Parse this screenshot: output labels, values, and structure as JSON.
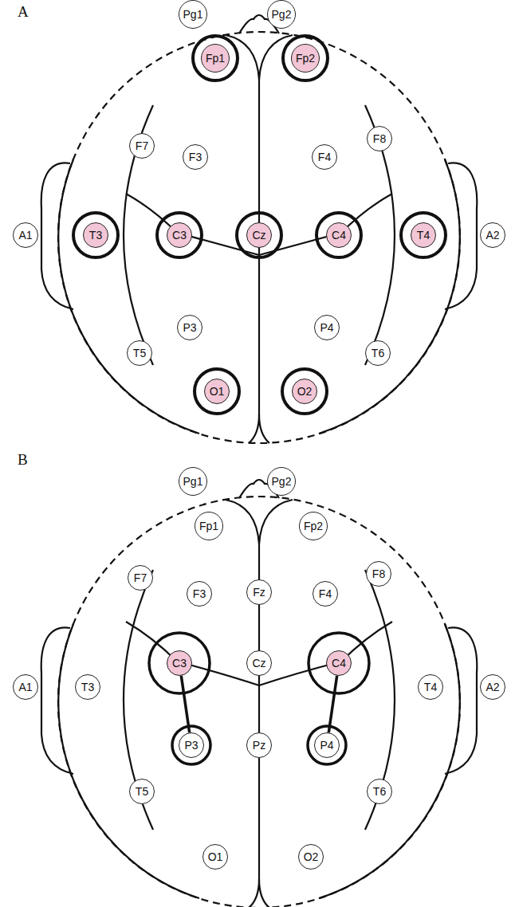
{
  "diagram": {
    "nodes": [
      {
        "text": [
          "Pg1"
        ]
      },
      {
        "text": [
          "Pg2"
        ]
      },
      {
        "text": [
          "Fp1"
        ]
      },
      {
        "text": [
          "Fp2"
        ]
      },
      {
        "text": [
          "F7"
        ]
      },
      {
        "text": [
          "F3"
        ]
      },
      {
        "text": [
          "F4"
        ]
      },
      {
        "text": [
          "F8"
        ]
      },
      {
        "text": [
          "A1"
        ]
      },
      {
        "text": [
          "T3"
        ]
      },
      {
        "text": [
          "C3"
        ]
      },
      {
        "text": [
          "Cz"
        ]
      },
      {
        "text": [
          "C4"
        ]
      },
      {
        "text": [
          "T4"
        ]
      },
      {
        "text": [
          "A2"
        ]
      },
      {
        "text": [
          "P3"
        ]
      },
      {
        "text": [
          "P4"
        ]
      },
      {
        "text": [
          "T5"
        ]
      },
      {
        "text": [
          "T6"
        ]
      },
      {
        "text": [
          "O1"
        ]
      },
      {
        "text": [
          "O2"
        ]
      },
      {
        "text": [
          "Pg1"
        ]
      },
      {
        "text": [
          "Pg2"
        ]
      },
      {
        "text": [
          "Fp1"
        ]
      },
      {
        "text": [
          "Fp2"
        ]
      },
      {
        "text": [
          "F7"
        ]
      },
      {
        "text": [
          "F3"
        ]
      },
      {
        "text": [
          "Fz"
        ]
      },
      {
        "text": [
          "F4"
        ]
      },
      {
        "text": [
          "F8"
        ]
      },
      {
        "text": [
          "A1"
        ]
      },
      {
        "text": [
          "T3"
        ]
      },
      {
        "text": [
          "C3"
        ]
      },
      {
        "text": [
          "Cz"
        ]
      },
      {
        "text": [
          "C4"
        ]
      },
      {
        "text": [
          "T4"
        ]
      },
      {
        "text": [
          "A2"
        ]
      },
      {
        "text": [
          "P3"
        ]
      },
      {
        "text": [
          "Pz"
        ]
      },
      {
        "text": [
          "P4"
        ]
      },
      {
        "text": [
          "T5"
        ]
      },
      {
        "text": [
          "T6"
        ]
      },
      {
        "text": [
          "O1"
        ]
      },
      {
        "text": [
          "O2"
        ]
      }
    ],
    "edges": [
      {
        "from": 32,
        "to": 37,
        "arrow": "none"
      },
      {
        "from": 34,
        "to": 39,
        "arrow": "none"
      }
    ],
    "labels": [
      "A",
      "B"
    ]
  }
}
